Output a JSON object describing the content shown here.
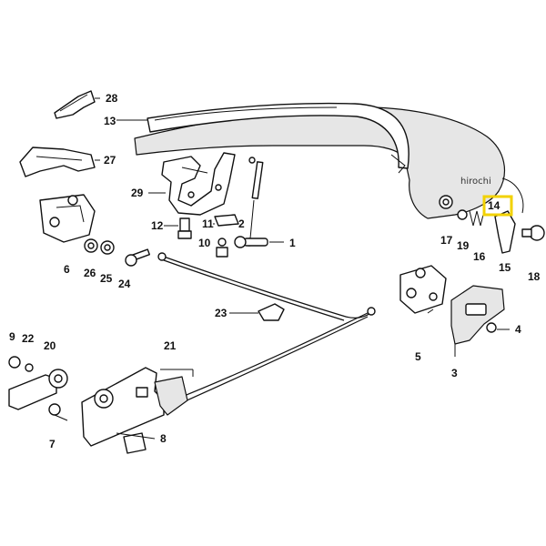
{
  "watermark": "hirochi",
  "highlight": {
    "callout": "14",
    "color": "#f2d200"
  },
  "callouts": {
    "p1": "1",
    "p2": "2",
    "p3": "3",
    "p4": "4",
    "p5": "5",
    "p6": "6",
    "p7": "7",
    "p8": "8",
    "p9": "9",
    "p10": "10",
    "p11": "11",
    "p12": "12",
    "p13": "13",
    "p14": "14",
    "p15": "15",
    "p16": "16",
    "p17": "17",
    "p18": "18",
    "p19": "19",
    "p20": "20",
    "p21": "21",
    "p22": "22",
    "p23": "23",
    "p24": "24",
    "p25": "25",
    "p26": "26",
    "p27": "27",
    "p28": "28",
    "p29": "29"
  }
}
